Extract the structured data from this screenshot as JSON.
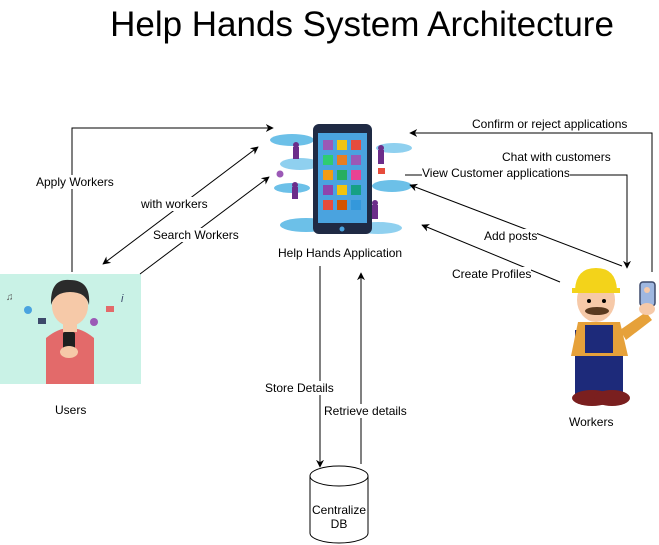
{
  "title": "Help Hands System Architecture",
  "nodes": {
    "app": "Help Hands Application",
    "users": "Users",
    "workers": "Workers",
    "db": "Centralize DB"
  },
  "edges": {
    "apply_workers": "Apply Workers",
    "with_workers": "with workers",
    "search_workers": "Search Workers",
    "confirm_reject": "Confirm or reject applications",
    "chat_customers": "Chat with customers",
    "view_customer_apps": "View Customer applications",
    "add_posts": "Add posts",
    "create_profiles": "Create Profiles",
    "store_details": "Store Details",
    "retrieve_details": "Retrieve details"
  },
  "colors": {
    "line": "#000000",
    "phone_body": "#1f2a44",
    "phone_screen": "#4aa3df",
    "cloud": "#6cc0e8",
    "users_bg": "#c9f2e6",
    "shirt": "#e36a6a",
    "hat": "#f3d31a",
    "overalls": "#1d2a7a"
  }
}
